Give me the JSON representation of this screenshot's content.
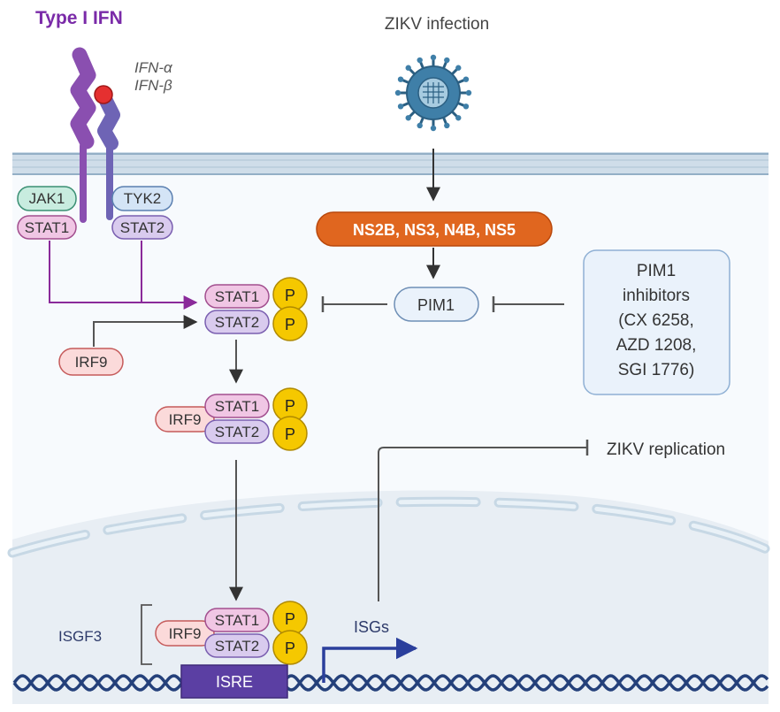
{
  "title": "Type I IFN",
  "ligands": [
    "IFN-α",
    "IFN-β"
  ],
  "receptor_kinases": {
    "jak1": "JAK1",
    "tyk2": "TYK2"
  },
  "stat": {
    "stat1": "STAT1",
    "stat2": "STAT2",
    "phospho": "P"
  },
  "irf9": "IRF9",
  "virus": {
    "label": "ZIKV infection"
  },
  "viral_proteins": "NS2B, NS3, N4B, NS5",
  "pim1": "PIM1",
  "inhibitors": {
    "lines": [
      "PIM1",
      "inhibitors",
      "(CX 6258,",
      "AZD 1208,",
      "SGI 1776)"
    ]
  },
  "zikv_replication": "ZIKV replication",
  "isgf3": "ISGF3",
  "isre": "ISRE",
  "isgs": "ISGs",
  "colors": {
    "title": "#7a2aa8",
    "receptor": "#8a4fb0",
    "receptor2": "#6e64b5",
    "membrane": "#cfdde9",
    "nucleus": "#e8eef4",
    "viral_box": "#e0661f",
    "phospho": "#f5c800",
    "stat_fill": "#f0c6e4",
    "stat_stroke": "#a24f8f",
    "irf9_fill": "#fbdada",
    "irf9_stroke": "#c55a5a",
    "dna": "#24407a",
    "isre": "#5b3fa3",
    "isg_arrow": "#2b3f9c"
  }
}
